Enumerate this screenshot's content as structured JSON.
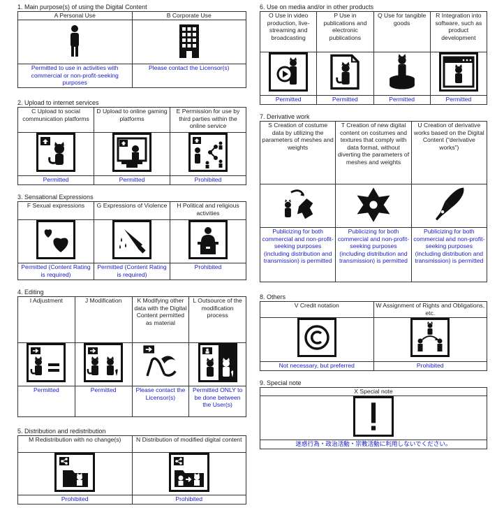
{
  "s1": {
    "title": "1. Main purpose(s) of using the Digital Content",
    "items": [
      {
        "header": "A Personal Use",
        "status": "Permitted to use in activities with commercial or non-profit-seeking purposes",
        "icon": "person-icon"
      },
      {
        "header": "B  Corporate Use",
        "status": "Please contact the Licensor(s)",
        "icon": "building-icon"
      }
    ]
  },
  "s2": {
    "title": "2. Upload to internet services",
    "items": [
      {
        "header": "C Upload to social communication platforms",
        "status": "Permitted",
        "icon": "upload-social-icon"
      },
      {
        "header": "D Upload to online gaming platforms",
        "status": "Permitted",
        "icon": "upload-gaming-icon"
      },
      {
        "header": "E Permission for use by third parties within the online service",
        "status": "Prohibited",
        "icon": "third-party-share-icon"
      }
    ]
  },
  "s3": {
    "title": "3. Sensational Expressions",
    "items": [
      {
        "header": "F Sexual expressions",
        "status": "Permitted (Content Rating is required)",
        "icon": "hearts-icon"
      },
      {
        "header": "G Expressions of Violence",
        "status": "Permitted (Content Rating is required)",
        "icon": "knife-icon"
      },
      {
        "header": "H Political and religious activities",
        "status": "Prohibited",
        "icon": "podium-icon"
      }
    ]
  },
  "s4": {
    "title": "4. Editing",
    "items": [
      {
        "header": "I Adjustment",
        "status": "Permitted",
        "icon": "adjustment-icon"
      },
      {
        "header": "J Modification",
        "status": "Permitted",
        "icon": "modification-icon"
      },
      {
        "header": "K Modifying other data with the Digital Content permitted as material",
        "status": "Please contact the Licensor(s)",
        "icon": "modify-material-icon"
      },
      {
        "header": "L Outsource of the modification process",
        "status": "Permitted ONLY to be done between the User(s)",
        "icon": "outsource-icon"
      }
    ]
  },
  "s5": {
    "title": "5. Distribution and redistribution",
    "items": [
      {
        "header": "M Redistribution with no change(s)",
        "status": "Prohibited",
        "icon": "redistribute-icon"
      },
      {
        "header": "N Distribution of modified digital content",
        "status": "Prohibited",
        "icon": "distribute-modified-icon"
      }
    ]
  },
  "s6": {
    "title": "6. Use on media and/or in other products",
    "items": [
      {
        "header": "O Use in video production, live-streaming and broadcasting",
        "status": "Permitted",
        "icon": "video-icon"
      },
      {
        "header": "P Use in publications and electronic publications",
        "status": "Permitted",
        "icon": "publication-icon"
      },
      {
        "header": "Q Use for tangible goods",
        "status": "Permitted",
        "icon": "goods-icon"
      },
      {
        "header": "R Integration into software, such as product development",
        "status": "Permitted",
        "icon": "software-icon"
      }
    ]
  },
  "s7": {
    "title": "7. Derivative work",
    "items": [
      {
        "header": "S Creation of costume data by utilizing the parameters of meshes and weights",
        "status": "Publicizing for both commercial and non-profit-seeking purposes (including distribution and transmission) is permitted",
        "icon": "costume-mesh-icon"
      },
      {
        "header": "T Creation of new digital content on costumes and textures that comply with data format, without diverting the parameters of meshes and weights",
        "status": "Publicizing for both commercial and non-profit-seeking purposes (including distribution and transmission) is permitted",
        "icon": "costume-new-icon"
      },
      {
        "header": "U Creation of derivative works based on the Digital Content (“derivative works”)",
        "status": "Publicizing for both commercial and non-profit-seeking purposes (including distribution and transmission) is permitted",
        "icon": "pen-nib-icon"
      }
    ]
  },
  "s8": {
    "title": "8. Others",
    "items": [
      {
        "header": "V Credit notation",
        "status": "Not necessary, but preferred",
        "icon": "copyright-icon"
      },
      {
        "header": "W Assignment of Rights and Obligations, etc.",
        "status": "Prohibited",
        "icon": "assignment-icon"
      }
    ]
  },
  "s9": {
    "title": "9. Special note",
    "items": [
      {
        "header": "X Special note",
        "status": "迷惑行為・政治活動・宗教活動に利用しないでください。",
        "icon": "exclamation-icon"
      }
    ]
  }
}
